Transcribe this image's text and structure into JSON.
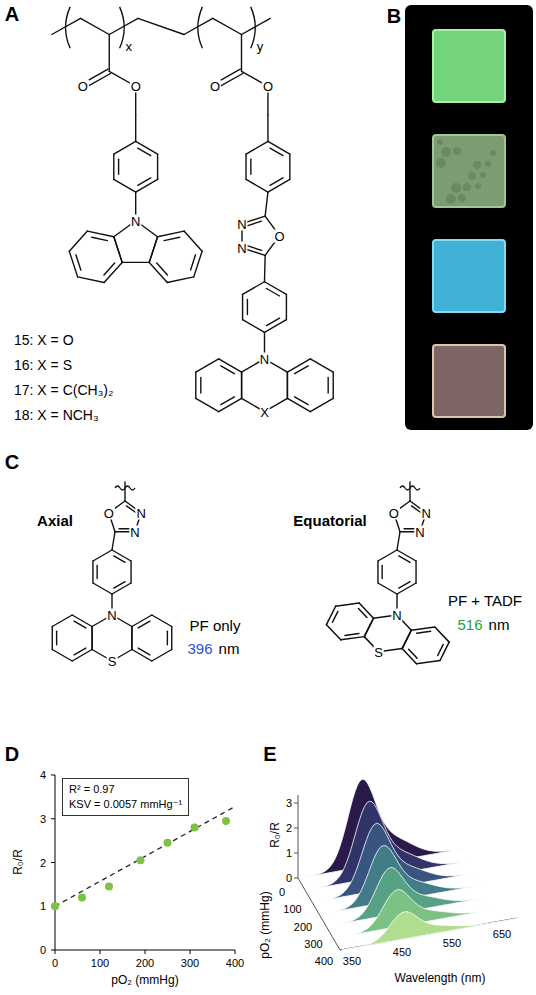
{
  "diagram": {
    "nodes": [
      {
        "text": [
          "R² = 0.97",
          "KSV = 0.0057 mmHg⁻¹"
        ]
      }
    ],
    "labels": [
      "A",
      "x",
      "y",
      "O",
      "O",
      "O",
      "O",
      "N",
      "N",
      "N",
      "O",
      "N",
      "X",
      "15: X = O",
      "16: X = S",
      "17: X = C(CH₃)₂",
      "18: X = NCH₃",
      "B",
      "C",
      "Axial",
      "O",
      "N",
      "N",
      "N",
      "S",
      "PF only",
      "396",
      "nm",
      "Equatorial",
      "O",
      "N",
      "N",
      "N",
      "S",
      "PF + TADF",
      "516",
      "nm",
      "D",
      "0",
      "1",
      "2",
      "3",
      "4",
      "0",
      "100",
      "200",
      "300",
      "400",
      "R₀/R",
      "pO₂ (mmHg)",
      "E",
      "0",
      "1",
      "2",
      "3",
      "R₀/R",
      "0",
      "100",
      "200",
      "300",
      "400",
      "pO₂ (mmHg)",
      "350",
      "450",
      "550",
      "650",
      "Wavelength (nm)"
    ]
  }
}
